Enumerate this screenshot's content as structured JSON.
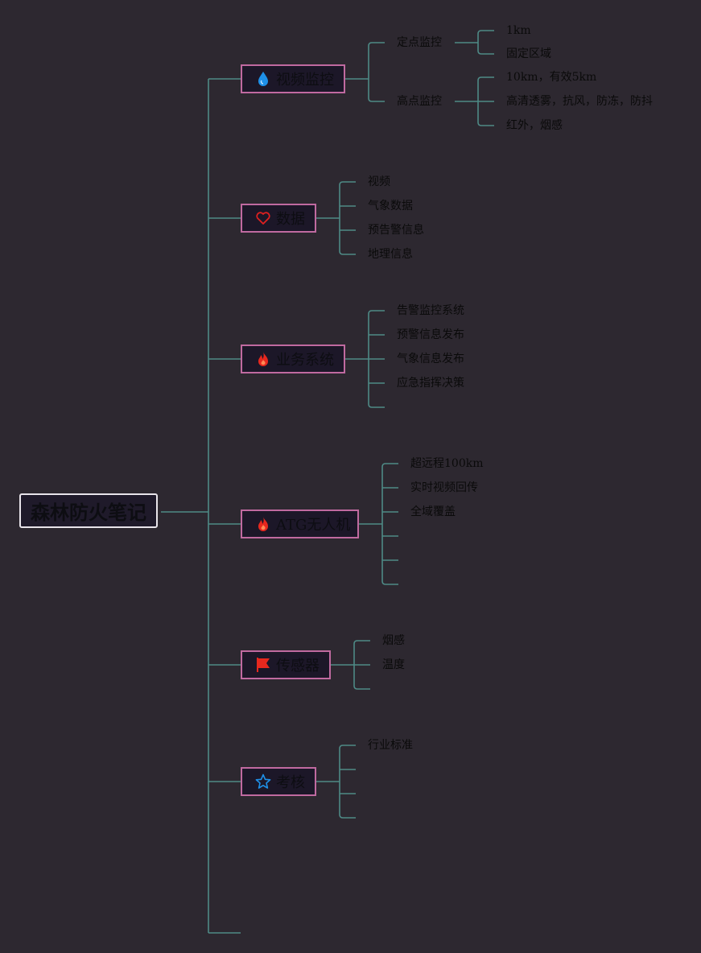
{
  "root": {
    "label": "森林防火笔记"
  },
  "branches": [
    {
      "label": "视频监控",
      "icon": "water-drop-icon",
      "icon_color": "#1e90e8",
      "children": [
        {
          "label": "定点监控",
          "children": [
            {
              "label": "1km"
            },
            {
              "label": "固定区域"
            }
          ]
        },
        {
          "label": "高点监控",
          "children": [
            {
              "label": "10km，有效5km"
            },
            {
              "label": "高清透雾，抗风，防冻，防抖"
            },
            {
              "label": "红外，烟感"
            }
          ]
        }
      ]
    },
    {
      "label": "数据",
      "icon": "heart-icon",
      "icon_color": "#e02020",
      "children": [
        {
          "label": "视频"
        },
        {
          "label": "气象数据"
        },
        {
          "label": "预告警信息"
        },
        {
          "label": "地理信息"
        }
      ]
    },
    {
      "label": "业务系统",
      "icon": "fire-icon",
      "icon_color": "#e8281e",
      "children": [
        {
          "label": "告警监控系统"
        },
        {
          "label": "预警信息发布"
        },
        {
          "label": "气象信息发布"
        },
        {
          "label": "应急指挥决策"
        },
        {
          "label": ""
        }
      ]
    },
    {
      "label": "ATG无人机",
      "icon": "fire-icon",
      "icon_color": "#e8281e",
      "children": [
        {
          "label": "超远程100km"
        },
        {
          "label": "实时视频回传"
        },
        {
          "label": "全域覆盖"
        },
        {
          "label": ""
        },
        {
          "label": ""
        },
        {
          "label": ""
        }
      ]
    },
    {
      "label": "传感器",
      "icon": "flag-icon",
      "icon_color": "#e8281e",
      "children": [
        {
          "label": "烟感"
        },
        {
          "label": "温度"
        },
        {
          "label": ""
        }
      ]
    },
    {
      "label": "考核",
      "icon": "star-icon",
      "icon_color": "#1e90e8",
      "children": [
        {
          "label": "行业标准"
        },
        {
          "label": ""
        },
        {
          "label": ""
        },
        {
          "label": ""
        }
      ]
    }
  ],
  "colors": {
    "connector": "#4e8a86",
    "background": "#2d2830",
    "branch_border": "#c06aa0"
  }
}
